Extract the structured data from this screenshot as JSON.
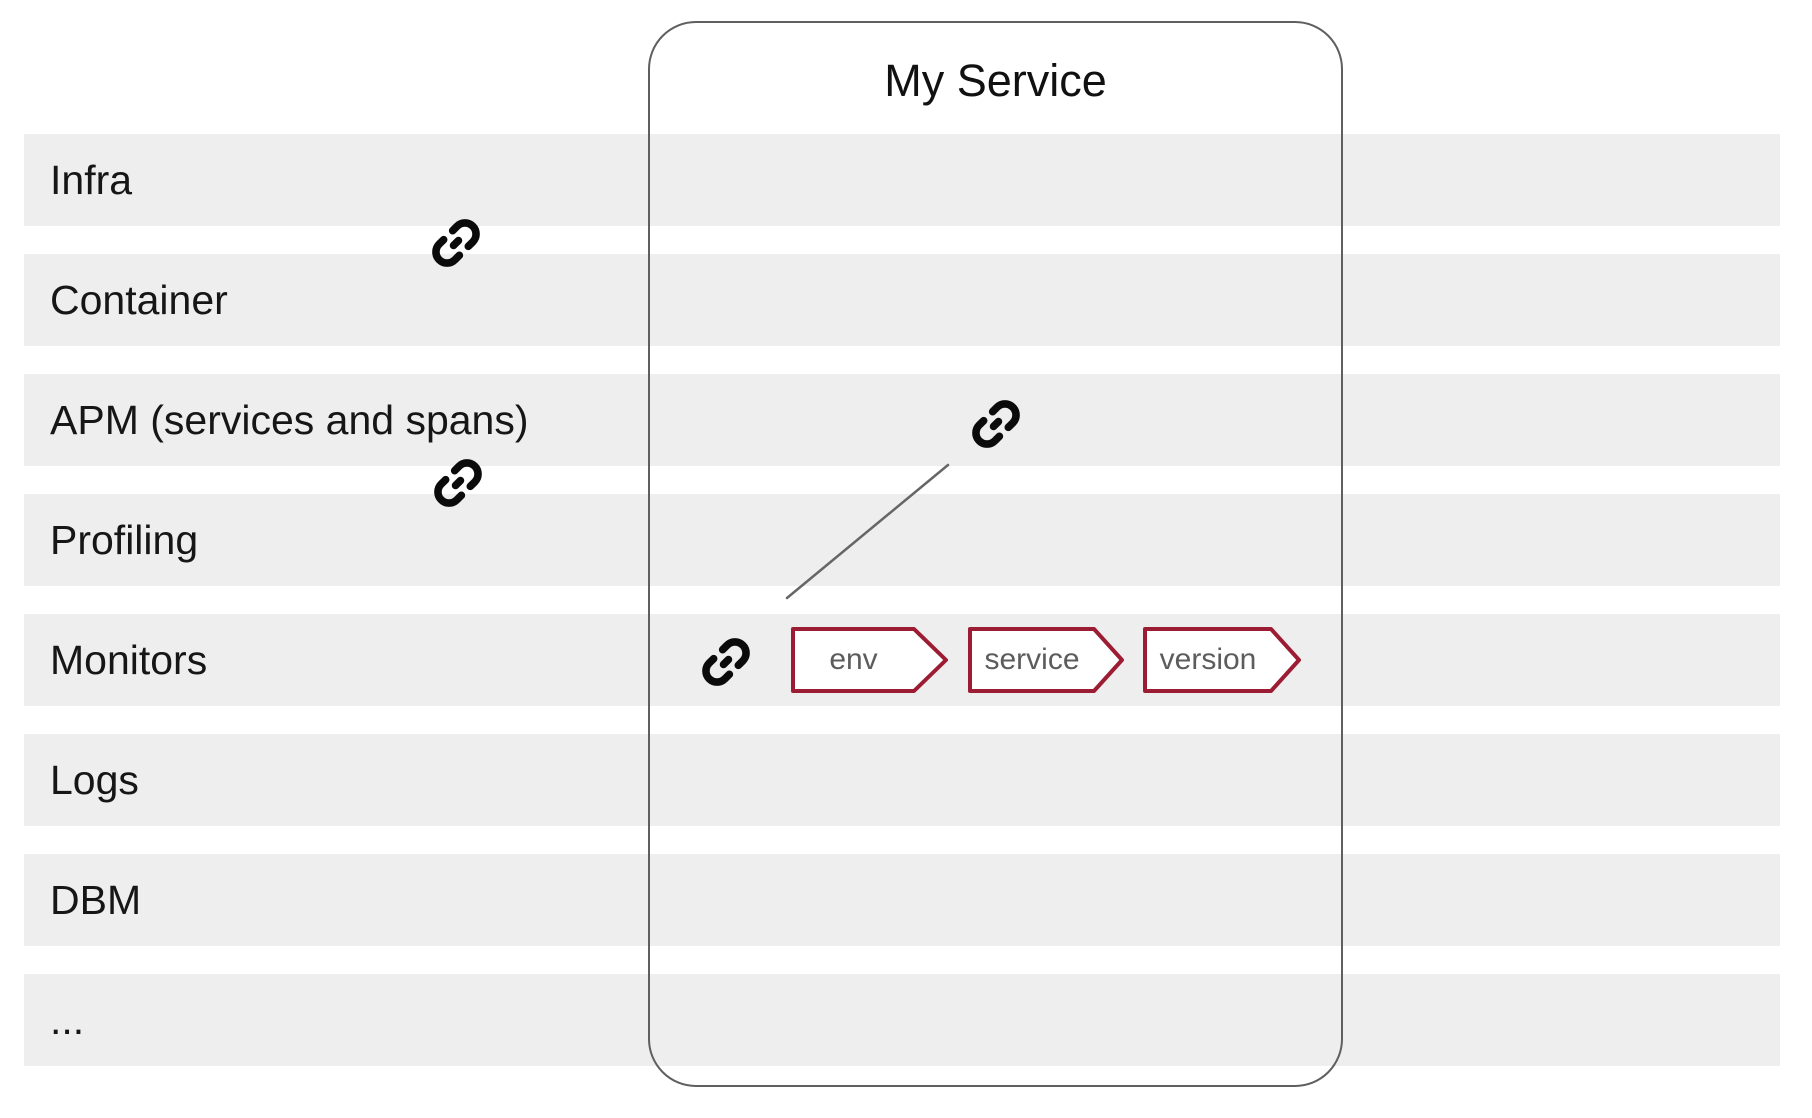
{
  "page": {
    "title": "My Service"
  },
  "rows": [
    {
      "label": "Infra"
    },
    {
      "label": "Container"
    },
    {
      "label": "APM (services and spans)"
    },
    {
      "label": "Profiling"
    },
    {
      "label": "Monitors"
    },
    {
      "label": "Logs"
    },
    {
      "label": "DBM"
    },
    {
      "label": "..."
    }
  ],
  "tags": [
    {
      "label": "env"
    },
    {
      "label": "service"
    },
    {
      "label": "version"
    }
  ],
  "icons": [
    {
      "name": "link-icon",
      "meaning": "unified tag link"
    },
    {
      "name": "link-icon",
      "meaning": "unified tag link"
    },
    {
      "name": "link-icon",
      "meaning": "unified tag link"
    },
    {
      "name": "link-icon",
      "meaning": "unified tag link"
    }
  ],
  "colors": {
    "band_background": "#eeeeee",
    "label_text": "#161616",
    "box_border": "#5f5f5f",
    "tag_border": "#9b1c33",
    "tag_text": "#5c5c5c",
    "icon": "#0b0b0b",
    "connector_line": "#666666",
    "page_background": "#ffffff"
  }
}
